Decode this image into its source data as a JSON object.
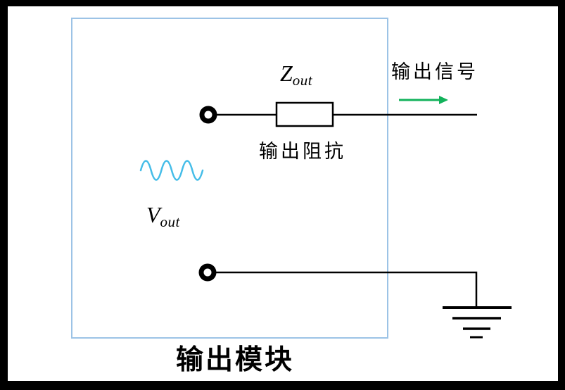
{
  "title": {
    "text": "输出模块"
  },
  "labels": {
    "impedance": {
      "symbol": "Z",
      "subscript": "out",
      "name": "输出阻抗"
    },
    "signal": {
      "text": "输出信号"
    },
    "source": {
      "symbol": "V",
      "subscript": "out"
    }
  },
  "icons": {
    "resistor": "rectangle-box",
    "terminal": "open-circle",
    "ground": "earth-ground-bars",
    "sine_wave": "sine-curve",
    "signal_arrow": "right-arrow"
  },
  "colors": {
    "frame": "#000000",
    "canvas": "#ffffff",
    "wire": "#000000",
    "module_border": "#9cc3e6",
    "sine_wave": "#45bde8",
    "signal_arrow": "#12b25b"
  }
}
